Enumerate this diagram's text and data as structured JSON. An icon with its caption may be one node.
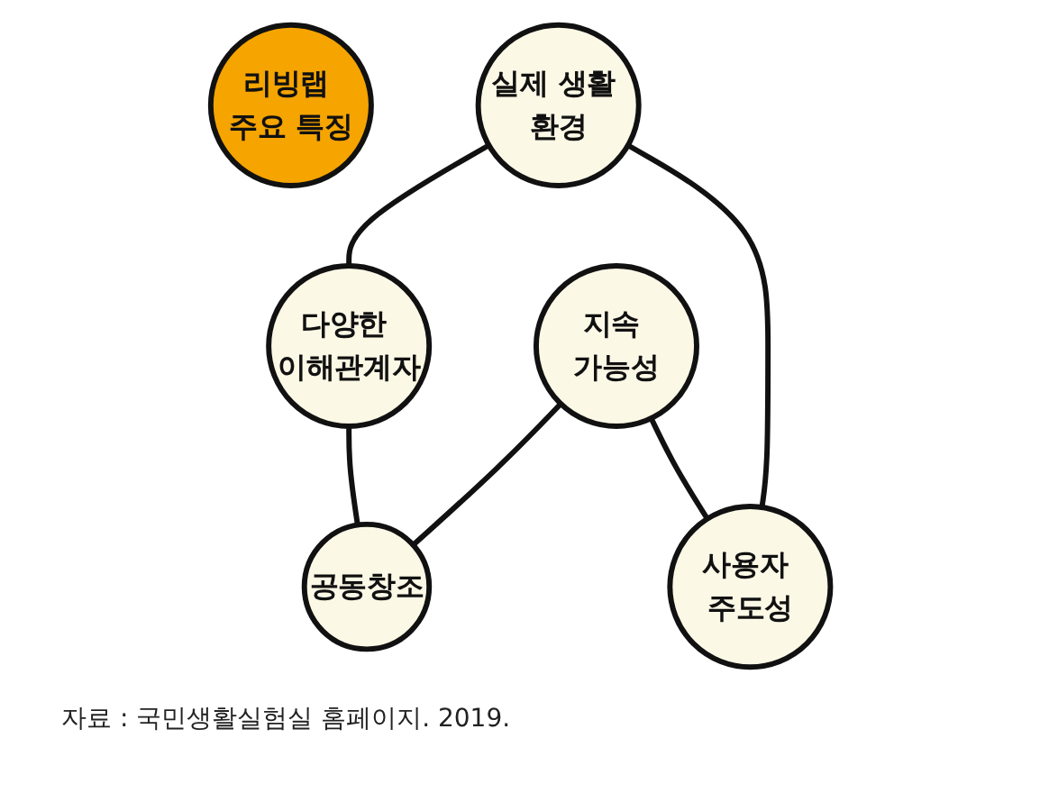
{
  "diagram": {
    "caption": "자료 : 국민생활실험실 홈페이지. 2019.",
    "nodes": [
      {
        "text": [
          "리빙랩 주요 특징"
        ]
      },
      {
        "text": [
          "실제 생활 환경"
        ]
      },
      {
        "text": [
          "다양한 이해관계자"
        ]
      },
      {
        "text": [
          "공동창조"
        ]
      },
      {
        "text": [
          "지속 가능성"
        ]
      },
      {
        "text": [
          "사용자 주도성"
        ]
      }
    ],
    "edges": [
      {
        "from": 1,
        "to": 2,
        "arrow": "none"
      },
      {
        "from": 2,
        "to": 3,
        "arrow": "none"
      },
      {
        "from": 4,
        "to": 3,
        "arrow": "none"
      },
      {
        "from": 4,
        "to": 5,
        "arrow": "none"
      },
      {
        "from": 1,
        "to": 5,
        "arrow": "none"
      }
    ]
  }
}
